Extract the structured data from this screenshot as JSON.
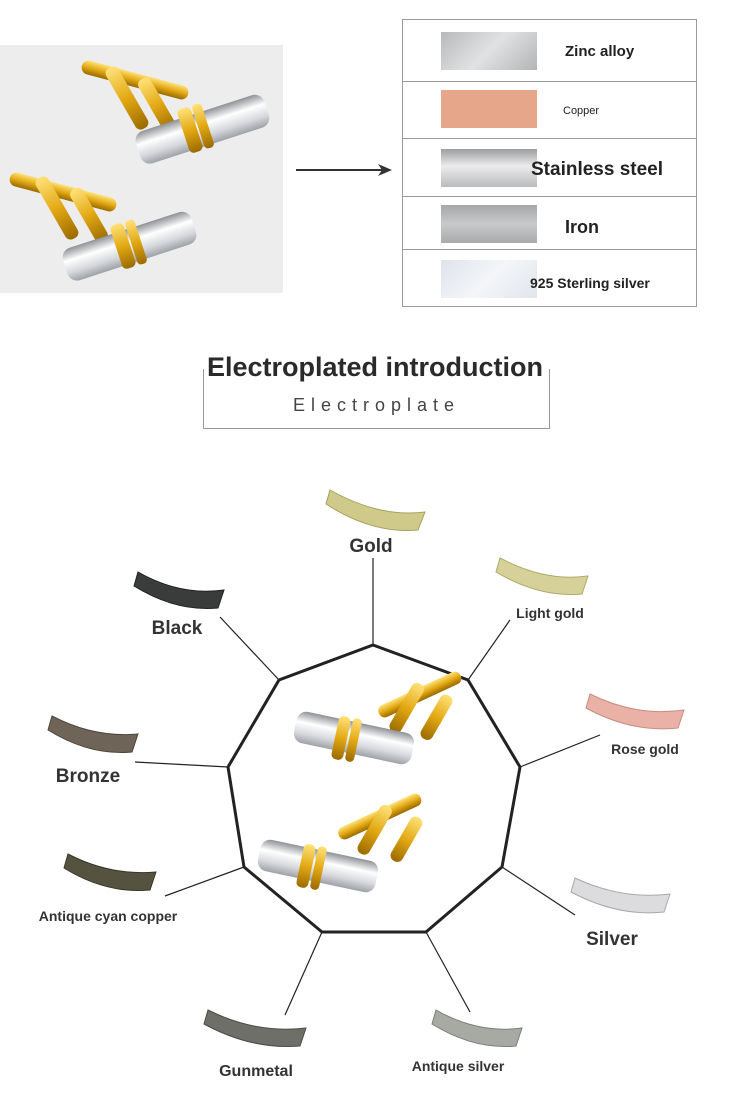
{
  "materials": {
    "rows": [
      {
        "label": "Zinc alloy",
        "color": "#c9cacb"
      },
      {
        "label": "Copper",
        "color": "#e5a68a"
      },
      {
        "label": "Stainless steel",
        "color": "#c4c5c6"
      },
      {
        "label": "Iron",
        "color": "#b4b5b6"
      },
      {
        "label": "925 Sterling silver",
        "color": "#e6eaf0"
      }
    ]
  },
  "section": {
    "title": "Electroplated introduction",
    "subtitle": "Electroplate"
  },
  "platings": [
    {
      "label": "Gold",
      "color": "#cfc98a"
    },
    {
      "label": "Light gold",
      "color": "#d6d198"
    },
    {
      "label": "Rose gold",
      "color": "#eab2a6"
    },
    {
      "label": "Silver",
      "color": "#dcdcde"
    },
    {
      "label": "Antique silver",
      "color": "#a7a9a3"
    },
    {
      "label": "Gunmetal",
      "color": "#6d6f68"
    },
    {
      "label": "Antique cyan copper",
      "color": "#55533f"
    },
    {
      "label": "Bronze",
      "color": "#6e6458"
    },
    {
      "label": "Black",
      "color": "#3a3c3b"
    }
  ],
  "icons": [
    "cufflink-product-photo",
    "arrow-right-icon"
  ]
}
